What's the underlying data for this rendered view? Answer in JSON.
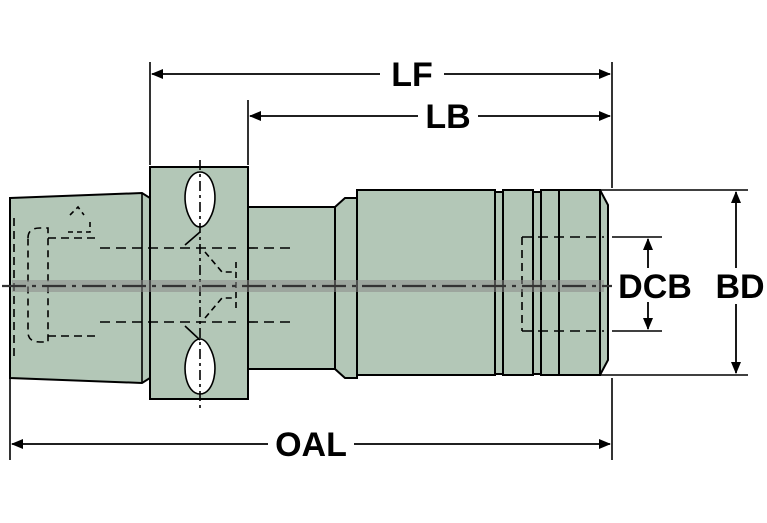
{
  "labels": {
    "lf": "LF",
    "lb": "LB",
    "dcb": "DCB",
    "bd": "BD",
    "oal": "OAL"
  },
  "colors": {
    "body_fill": "#b3c7b7",
    "outline": "#000000",
    "centerline": "#5a5a5a",
    "background": "#ffffff"
  }
}
